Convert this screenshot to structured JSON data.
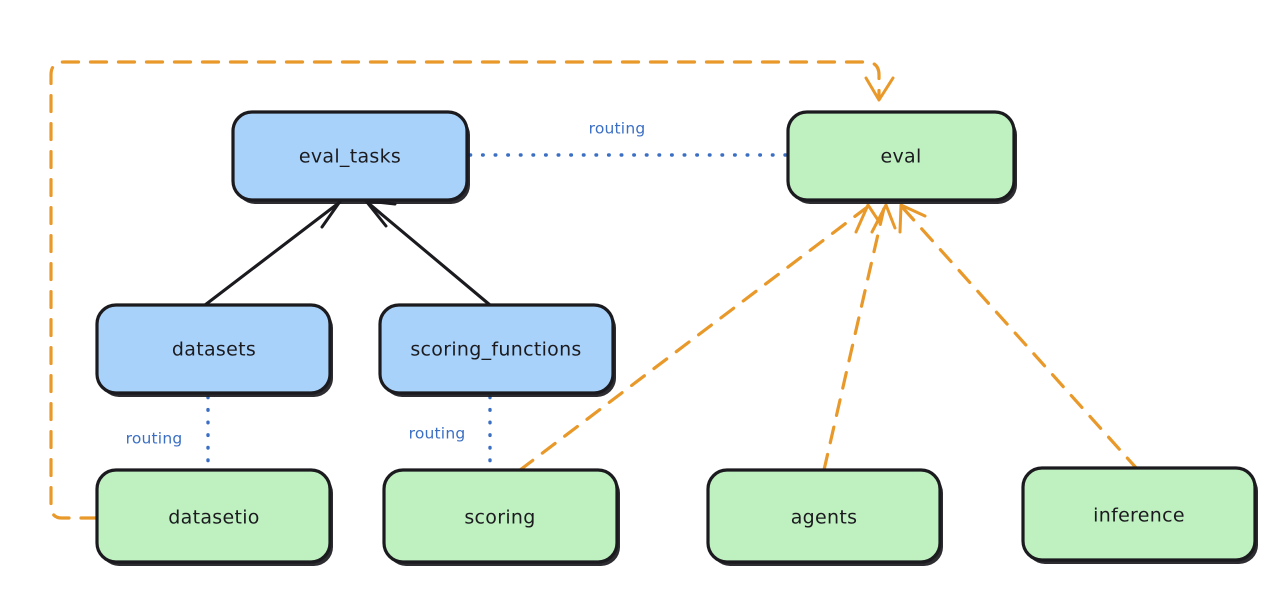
{
  "diagram": {
    "title": "llama-stack eval provider routing diagram",
    "background_color": "#ffffff",
    "colors": {
      "api_node_fill": "#a9d2fa",
      "provider_node_fill": "#bff0c0",
      "node_stroke": "#1b1b1f",
      "routing_edge": "#3b6fc4",
      "dependency_edge": "#e8992a"
    },
    "nodes": [
      {
        "id": "eval_tasks",
        "label": "eval_tasks",
        "kind": "api",
        "fill": "#a9d2fa"
      },
      {
        "id": "eval",
        "label": "eval",
        "kind": "provider",
        "fill": "#bff0c0"
      },
      {
        "id": "datasets",
        "label": "datasets",
        "kind": "api",
        "fill": "#a9d2fa"
      },
      {
        "id": "scoring_functions",
        "label": "scoring_functions",
        "kind": "api",
        "fill": "#a9d2fa"
      },
      {
        "id": "datasetio",
        "label": "datasetio",
        "kind": "provider",
        "fill": "#bff0c0"
      },
      {
        "id": "scoring",
        "label": "scoring",
        "kind": "provider",
        "fill": "#bff0c0"
      },
      {
        "id": "agents",
        "label": "agents",
        "kind": "provider",
        "fill": "#bff0c0"
      },
      {
        "id": "inference",
        "label": "inference",
        "kind": "provider",
        "fill": "#bff0c0"
      }
    ],
    "edges": [
      {
        "id": "e-eval_tasks-eval",
        "from": "eval_tasks",
        "to": "eval",
        "style": "dotted",
        "label": "routing",
        "arrow": false
      },
      {
        "id": "e-datasets-routing",
        "from": "datasets",
        "to": "datasetio",
        "style": "dotted",
        "label": "routing",
        "arrow": false
      },
      {
        "id": "e-scoringfn-routing",
        "from": "scoring_functions",
        "to": "scoring",
        "style": "dotted",
        "label": "routing",
        "arrow": false
      },
      {
        "id": "e-datasets-eval_tasks",
        "from": "datasets",
        "to": "eval_tasks",
        "style": "solid",
        "label": "",
        "arrow": true
      },
      {
        "id": "e-scoringfn-eval_tasks",
        "from": "scoring_functions",
        "to": "eval_tasks",
        "style": "solid",
        "label": "",
        "arrow": true
      },
      {
        "id": "e-datasetio-eval",
        "from": "datasetio",
        "to": "eval",
        "style": "dashed",
        "label": "",
        "arrow": true
      },
      {
        "id": "e-scoring-eval",
        "from": "scoring",
        "to": "eval",
        "style": "dashed",
        "label": "",
        "arrow": true
      },
      {
        "id": "e-agents-eval",
        "from": "agents",
        "to": "eval",
        "style": "dashed",
        "label": "",
        "arrow": true
      },
      {
        "id": "e-inference-eval",
        "from": "inference",
        "to": "eval",
        "style": "dashed",
        "label": "",
        "arrow": true
      }
    ],
    "edge_labels": {
      "routing_eval_tasks": "routing",
      "routing_datasets": "routing",
      "routing_scoring_functions": "routing"
    }
  }
}
